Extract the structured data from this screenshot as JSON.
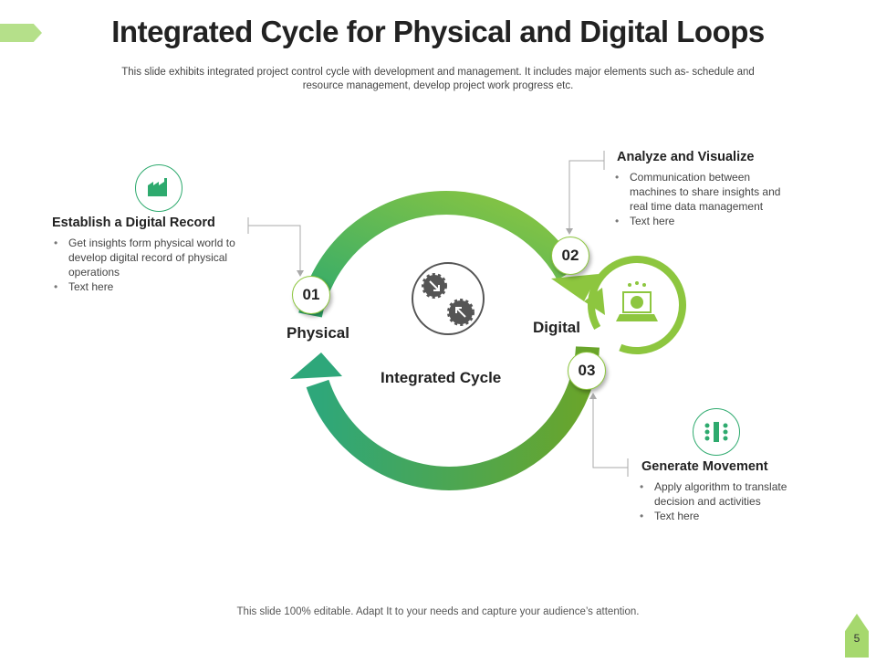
{
  "title": "Integrated Cycle for Physical and Digital Loops",
  "subtitle": "This slide exhibits integrated project control cycle with development and management. It includes major elements such as-  schedule and resource management, develop project work progress etc.",
  "center_label": "Integrated Cycle",
  "physical_label": "Physical",
  "digital_label": "Digital",
  "steps": [
    {
      "num": "01",
      "heading": "Establish a Digital Record",
      "bullets": [
        "Get insights form physical world to develop digital record of physical operations",
        "Text here"
      ],
      "icon": "factory-icon"
    },
    {
      "num": "02",
      "heading": "Analyze and Visualize",
      "bullets": [
        "Communication between machines to share insights  and real time data management",
        "Text here"
      ],
      "icon": "laptop-globe-icon"
    },
    {
      "num": "03",
      "heading": "Generate Movement",
      "bullets": [
        "Apply algorithm to translate decision and activities",
        "Text here"
      ],
      "icon": "network-icon"
    }
  ],
  "footer": "This slide 100% editable. Adapt  It to your needs and capture your audience’s attention.",
  "page_number": "5",
  "colors": {
    "dark_green": "#2eaa6e",
    "light_green": "#8dc63f",
    "olive": "#6aa52a"
  }
}
